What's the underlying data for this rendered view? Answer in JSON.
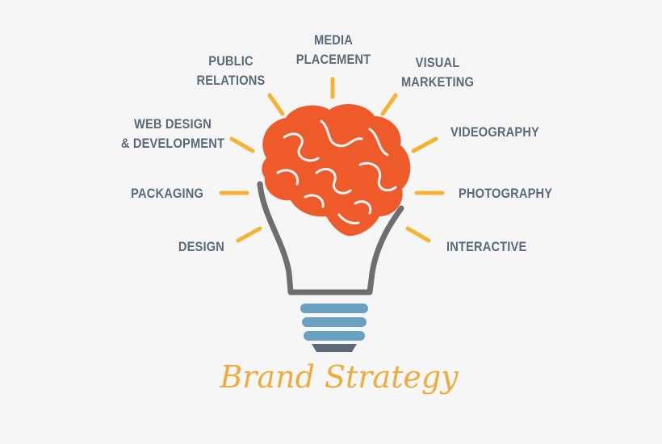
{
  "title": "Brand Strategy",
  "labels": {
    "media_placement": "MEDIA\nPLACEMENT",
    "public_relations": "PUBLIC\nRELATIONS",
    "visual_marketing": "VISUAL\nMARKETING",
    "web_design_development": "WEB DESIGN\n& DEVELOPMENT",
    "videography": "VIDEOGRAPHY",
    "packaging": "PACKAGING",
    "photography": "PHOTOGRAPHY",
    "design": "DESIGN",
    "interactive": "INTERACTIVE"
  },
  "colors": {
    "background": "#f6f6f6",
    "brain": "#ef5a2b",
    "rays": "#f7b232",
    "bulb_outline": "#6e6e6e",
    "bulb_base_blue": "#6aa0c0",
    "bulb_base_dark": "#5b6a76",
    "label_text": "#5b6a76",
    "title_text": "#efac3d"
  }
}
